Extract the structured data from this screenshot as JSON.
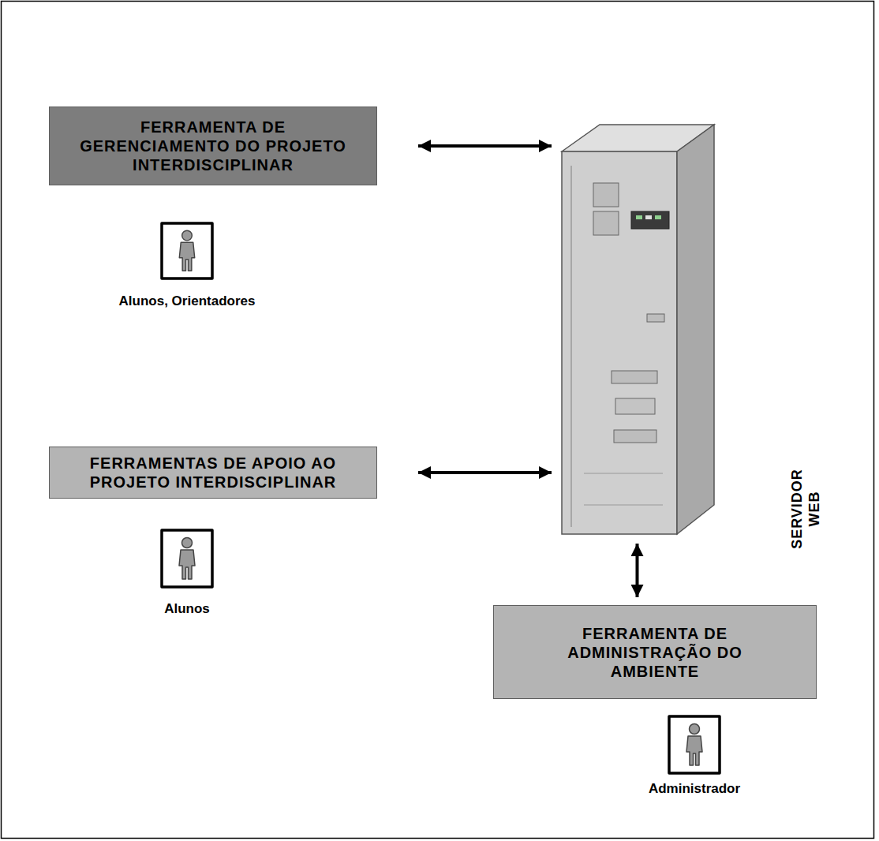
{
  "diagram": {
    "nodes": [
      {
        "text": [
          "FERRAMENTA DE GERENCIAMENTO DO PROJETO INTERDISCIPLINAR"
        ]
      },
      {
        "text": [
          "SERVIDOR WEB"
        ]
      },
      {
        "text": [
          "FERRAMENTAS DE APOIO AO PROJETO INTERDISCIPLINAR"
        ]
      },
      {
        "text": [
          "FERRAMENTA DE ADMINISTRAÇÃO DO AMBIENTE"
        ]
      }
    ],
    "edges": [
      {
        "from": 0,
        "to": 1,
        "arrow": "both"
      },
      {
        "from": 2,
        "to": 1,
        "arrow": "both"
      },
      {
        "from": 1,
        "to": 3,
        "arrow": "both"
      }
    ],
    "labels": [
      "Alunos, Orientadores",
      "Alunos",
      "Administrador"
    ]
  }
}
